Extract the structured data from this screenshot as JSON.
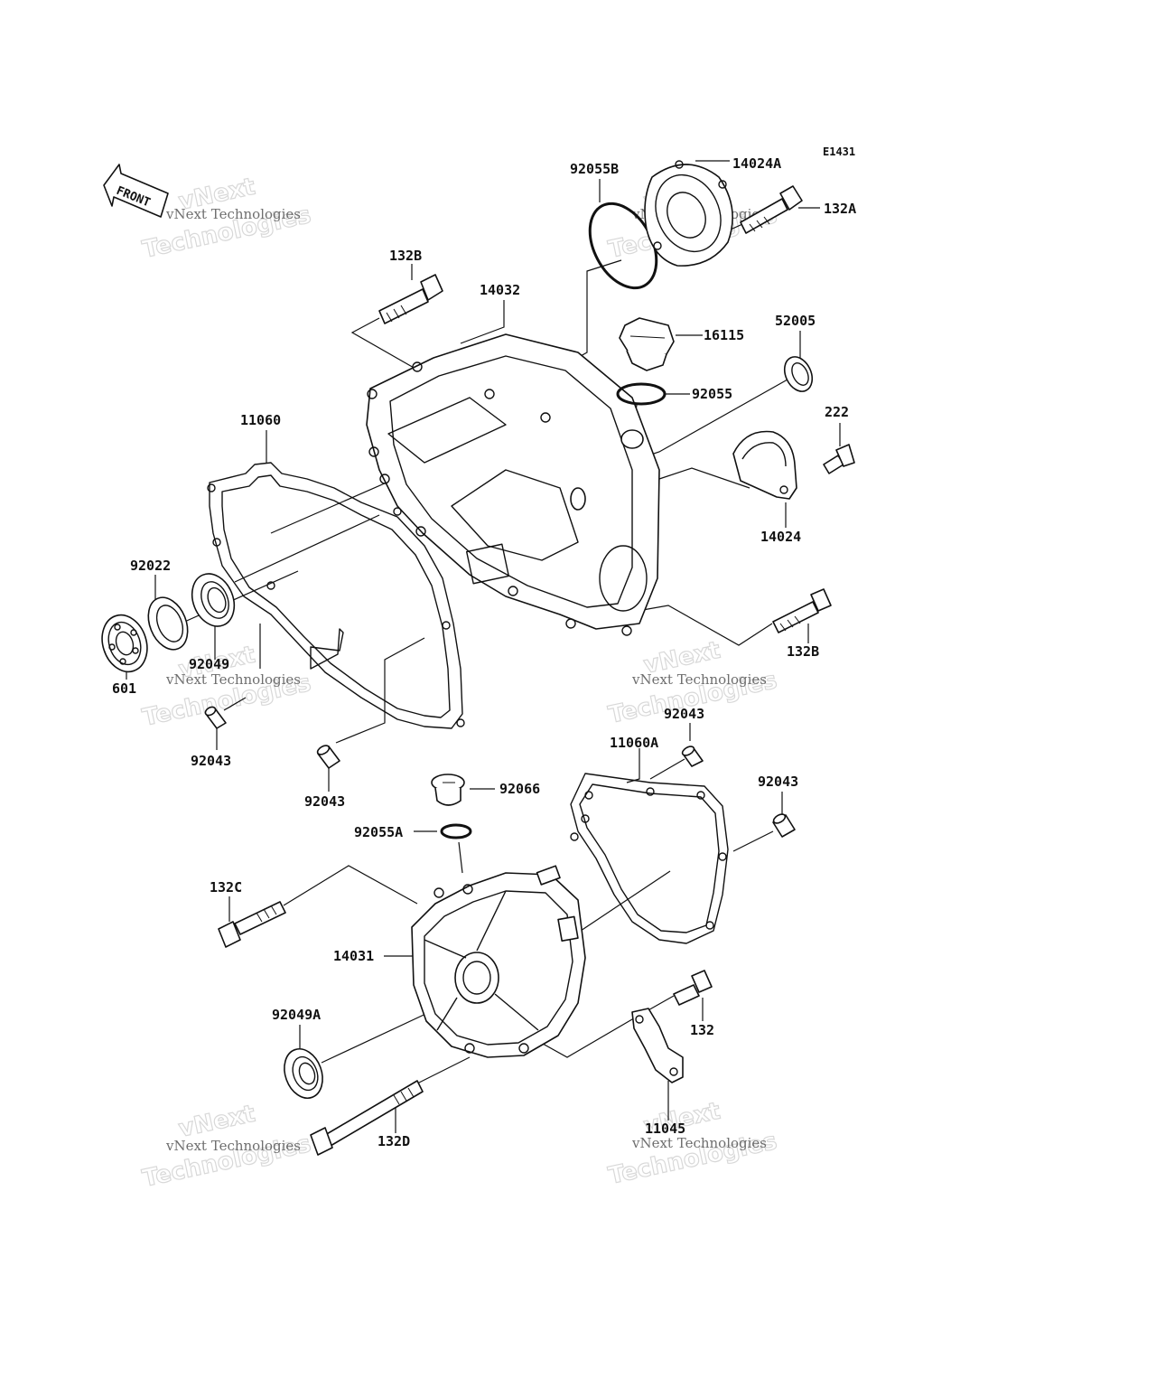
{
  "diagram_code": "E1431",
  "front_label": "FRONT",
  "watermark": {
    "line1": "vNext Technologies",
    "line2": "vNext Technologies"
  },
  "parts": [
    {
      "id": "p92055B",
      "label": "92055B"
    },
    {
      "id": "p14024A",
      "label": "14024A"
    },
    {
      "id": "p132A",
      "label": "132A"
    },
    {
      "id": "p132B_top",
      "label": "132B"
    },
    {
      "id": "p14032",
      "label": "14032"
    },
    {
      "id": "p16115",
      "label": "16115"
    },
    {
      "id": "p52005",
      "label": "52005"
    },
    {
      "id": "p92055",
      "label": "92055"
    },
    {
      "id": "p222",
      "label": "222"
    },
    {
      "id": "p14024",
      "label": "14024"
    },
    {
      "id": "p11060",
      "label": "11060"
    },
    {
      "id": "p92022",
      "label": "92022"
    },
    {
      "id": "p92049",
      "label": "92049"
    },
    {
      "id": "p601",
      "label": "601"
    },
    {
      "id": "p92043_a",
      "label": "92043"
    },
    {
      "id": "p92043_b",
      "label": "92043"
    },
    {
      "id": "p132B_mid",
      "label": "132B"
    },
    {
      "id": "p92043_c",
      "label": "92043"
    },
    {
      "id": "p11060A",
      "label": "11060A"
    },
    {
      "id": "p92043_d",
      "label": "92043"
    },
    {
      "id": "p92066",
      "label": "92066"
    },
    {
      "id": "p92055A",
      "label": "92055A"
    },
    {
      "id": "p132C",
      "label": "132C"
    },
    {
      "id": "p14031",
      "label": "14031"
    },
    {
      "id": "p92049A",
      "label": "92049A"
    },
    {
      "id": "p132",
      "label": "132"
    },
    {
      "id": "p132D",
      "label": "132D"
    },
    {
      "id": "p11045",
      "label": "11045"
    }
  ]
}
